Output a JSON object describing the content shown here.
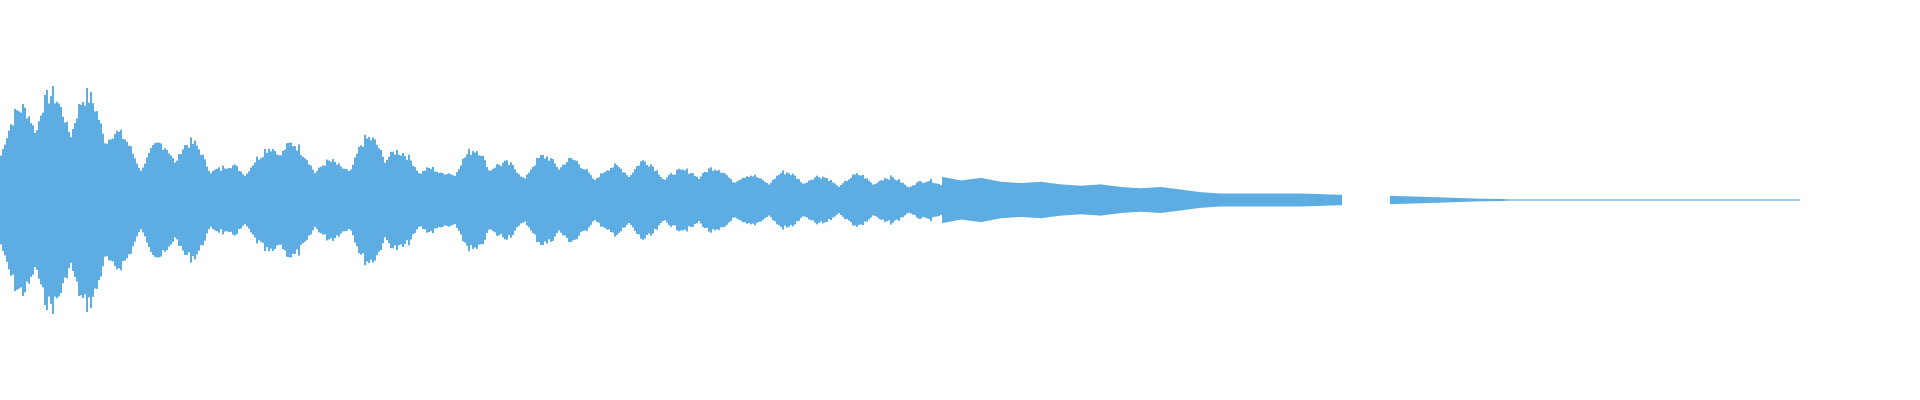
{
  "waveform": {
    "color": "#5dade2",
    "background": "#ffffff",
    "duration_fraction_with_audio": 0.76,
    "envelope": [
      0.62,
      0.78,
      0.95,
      0.84,
      0.9,
      0.82,
      0.55,
      0.4,
      0.48,
      0.52,
      0.45,
      0.28,
      0.32,
      0.38,
      0.6,
      0.42,
      0.35,
      0.3,
      0.5,
      0.55,
      0.4,
      0.35,
      0.22,
      0.38,
      0.45,
      0.32,
      0.28,
      0.36,
      0.42,
      0.3,
      0.26,
      0.3,
      0.34,
      0.28,
      0.24,
      0.3,
      0.26,
      0.22,
      0.2,
      0.24,
      0.22,
      0.2,
      0.18,
      0.22,
      0.2,
      0.18,
      0.16,
      0.18,
      0.15,
      0.17,
      0.14,
      0.13,
      0.14,
      0.12,
      0.11,
      0.12,
      0.1,
      0.09,
      0.1,
      0.08,
      0.06,
      0.05,
      0.05,
      0.05,
      0.05,
      0.05,
      0.045,
      0.04,
      0.04,
      0.035,
      0.03,
      0.025,
      0.02,
      0.015,
      0.01,
      0.008,
      0.0,
      0.004,
      0.004,
      0.003,
      0.003,
      0.003,
      0.003,
      0.003,
      0.002,
      0.002,
      0.002,
      0.002,
      0.002,
      0.001
    ]
  }
}
